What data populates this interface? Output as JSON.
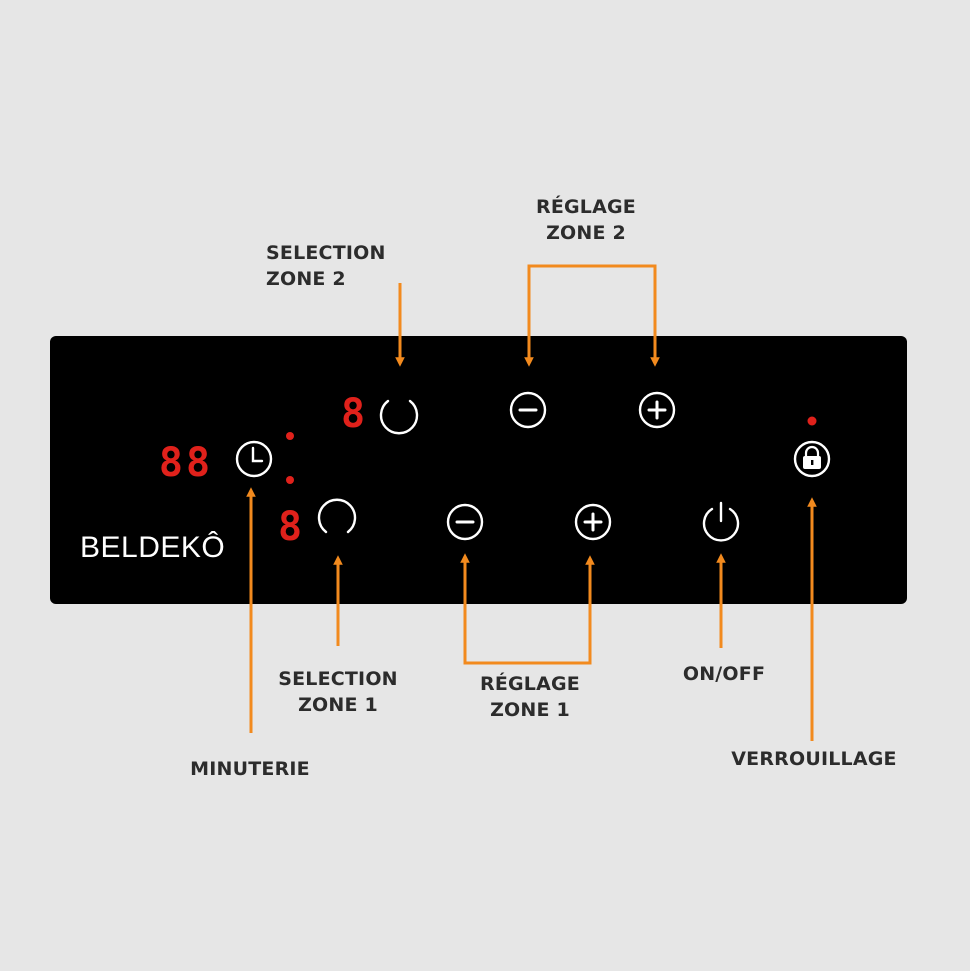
{
  "brand": {
    "logo_text": "BELDEKÔ"
  },
  "displays": {
    "timer": "88",
    "zone2_level": "8",
    "zone1_level": "8"
  },
  "labels": {
    "selection_zone2": [
      "SELECTION",
      "ZONE 2"
    ],
    "reglage_zone2": [
      "RÉGLAGE",
      "ZONE 2"
    ],
    "selection_zone1": [
      "SELECTION",
      "ZONE 1"
    ],
    "reglage_zone1": [
      "RÉGLAGE",
      "ZONE 1"
    ],
    "on_off": "ON/OFF",
    "minuterie": "MINUTERIE",
    "verrouillage": "VERROUILLAGE"
  },
  "colors": {
    "background": "#e6e6e6",
    "panel": "#000000",
    "arrow": "#f28a1e",
    "led": "#e0211b",
    "icon": "#ffffff",
    "label": "#2c2c2c"
  },
  "icons": {
    "timer": "clock-icon",
    "zone_select": "ring-icon",
    "decrease": "minus-icon",
    "increase": "plus-icon",
    "power": "power-icon",
    "lock": "lock-icon"
  }
}
